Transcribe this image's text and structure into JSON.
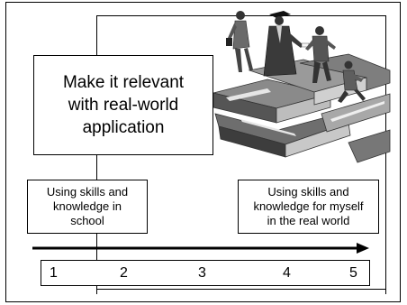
{
  "main_box": {
    "lines": [
      "Make it relevant",
      "with real-world",
      "application"
    ]
  },
  "left_box": {
    "lines": [
      "Using skills and",
      "knowledge in",
      "school"
    ]
  },
  "right_box": {
    "lines": [
      "Using skills and",
      "knowledge for myself",
      "in the real world"
    ]
  },
  "scale": {
    "numbers": [
      "1",
      "2",
      "3",
      "4",
      "5"
    ]
  },
  "clipart": {
    "icon": "business-people-on-books-clipart"
  }
}
